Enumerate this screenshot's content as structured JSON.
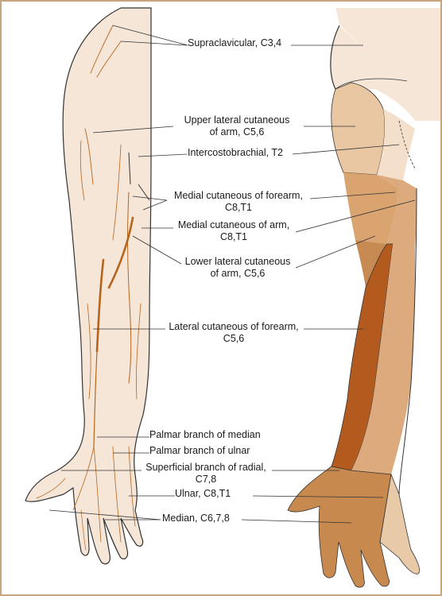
{
  "colors": {
    "frame": "#c8a57c",
    "skin_light": "#f6e6d8",
    "nerve": "#b5651d",
    "zone_supraclavicular": "#f6e6d8",
    "zone_upper_lateral": "#e8c7a2",
    "zone_intercostobrachial": "#f3dfca",
    "zone_medial_arm": "#dcaa7c",
    "zone_medial_forearm": "#d9a46f",
    "zone_lower_lateral": "#c68a52",
    "zone_lateral_forearm": "#b35a1f",
    "zone_median_hand": "#c8894f",
    "zone_ulnar_hand": "#e8c9a8",
    "outline": "#333333"
  },
  "labels": {
    "supraclavicular": "Supraclavicular, C3,4",
    "upper_lateral_1": "Upper lateral cutaneous",
    "upper_lateral_2": "of arm, C5,6",
    "intercostobrachial": "Intercostobrachial, T2",
    "medial_forearm_1": "Medial cutaneous of forearm,",
    "medial_forearm_2": "C8,T1",
    "medial_arm_1": "Medial cutaneous of arm,",
    "medial_arm_2": "C8,T1",
    "lower_lateral_1": "Lower lateral cutaneous",
    "lower_lateral_2": "of arm, C5,6",
    "lateral_forearm_1": "Lateral cutaneous of forearm,",
    "lateral_forearm_2": "C5,6",
    "palmar_median": "Palmar branch of median",
    "palmar_ulnar": "Palmar branch of ulnar",
    "superficial_radial_1": "Superficial branch of radial,",
    "superficial_radial_2": "C7,8",
    "ulnar": "Ulnar, C8,T1",
    "median": "Median, C6,7,8"
  }
}
